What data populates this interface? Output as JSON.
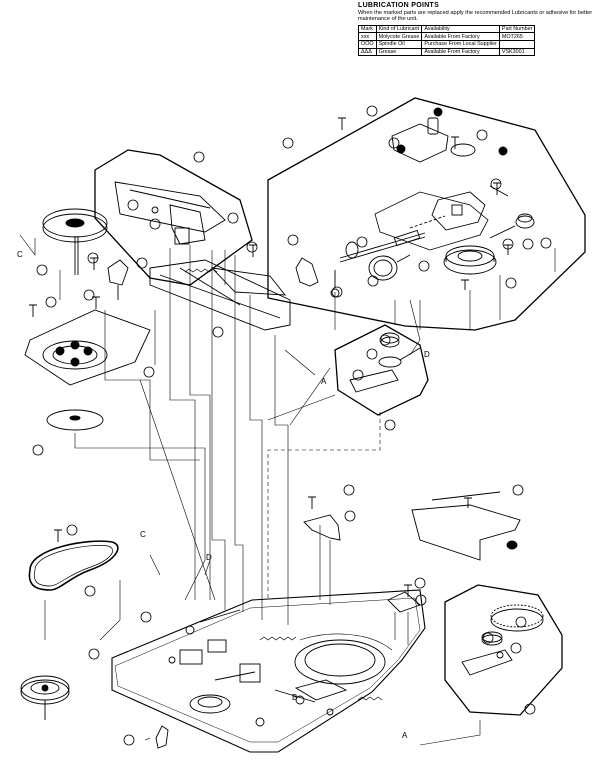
{
  "lubrication": {
    "title": "LUBRICATION POINTS",
    "note": "When the marked parts are replaced apply the recommended Lubricants or adhesive for better maintenance of the unit.",
    "headers": [
      "Mark",
      "Kind of Lubricant",
      "Availability",
      "Part Number"
    ],
    "rows": [
      [
        "xxx",
        "Molycote Grease",
        "Available From Factory",
        "MOT265"
      ],
      [
        "OOO",
        "Spindle Oil",
        "Purchase From Local Supplier",
        ""
      ],
      [
        "ΔΔΔ",
        "Grease",
        "Available From Factory",
        "VSK3001"
      ]
    ]
  },
  "letters": {
    "c_top": "C",
    "c_mid": "C",
    "d_right": "D",
    "d_mid": "D",
    "a_mid": "A",
    "a_bottom": "A",
    "b_base": "B"
  }
}
